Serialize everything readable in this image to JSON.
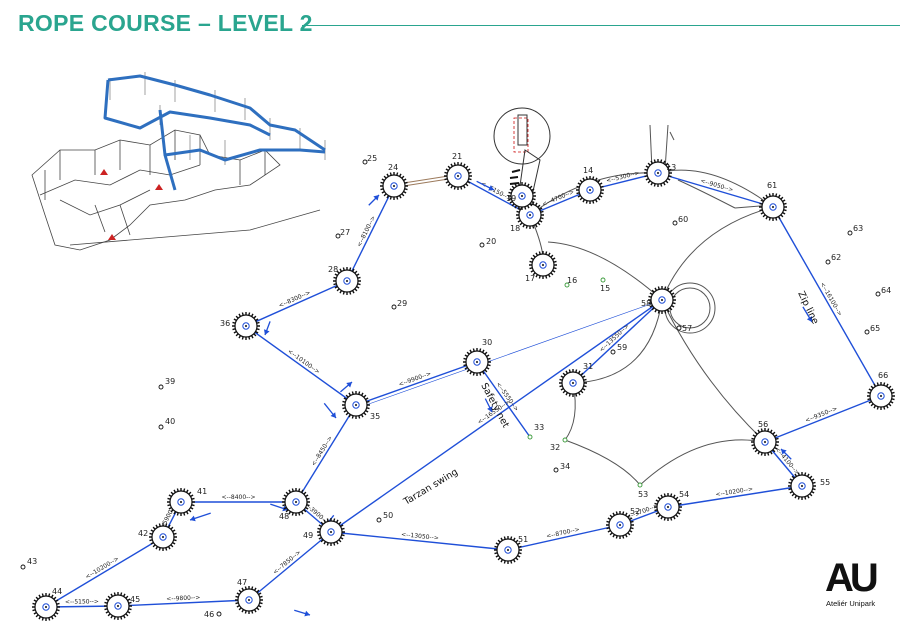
{
  "title": "ROPE COURSE – LEVEL 2",
  "brand": {
    "logo_text": "AU",
    "name": "Ateliér Unipark"
  },
  "colors": {
    "accent": "#2aa58f",
    "route": "#1f4fd8",
    "bridge": "#9c7a5c",
    "structure": "#555555"
  },
  "annotations": {
    "zip_line": "Zip line",
    "safety_net": "Safety net",
    "tarzan_swing": "Tarzan swing"
  },
  "platforms": [
    "13",
    "14",
    "17",
    "18",
    "19",
    "21",
    "24",
    "28",
    "30",
    "31",
    "35",
    "36",
    "41",
    "42",
    "44",
    "45",
    "47",
    "48",
    "49",
    "51",
    "52",
    "54",
    "55",
    "56",
    "58",
    "61",
    "66"
  ],
  "points": [
    "15",
    "16",
    "20",
    "25",
    "27",
    "29",
    "32",
    "33",
    "34",
    "39",
    "40",
    "43",
    "46",
    "50",
    "53",
    "57",
    "59",
    "60",
    "62",
    "63",
    "64",
    "65"
  ],
  "dimensions": [
    {
      "from": "44",
      "to": "42",
      "value": "<--10200-->"
    },
    {
      "from": "44",
      "to": "45",
      "value": "<--5150-->"
    },
    {
      "from": "45",
      "to": "47",
      "value": "<--9800-->"
    },
    {
      "from": "42",
      "to": "41",
      "value": "<--5900-->"
    },
    {
      "from": "41",
      "to": "48",
      "value": "<--8400-->"
    },
    {
      "from": "47",
      "to": "49",
      "value": "<--7850-->"
    },
    {
      "from": "48",
      "to": "49",
      "value": "<--3900-->"
    },
    {
      "from": "48",
      "to": "35",
      "value": "<--8450-->"
    },
    {
      "from": "35",
      "to": "36",
      "value": "<--10100-->"
    },
    {
      "from": "36",
      "to": "28",
      "value": "<--8300-->"
    },
    {
      "from": "28",
      "to": "24",
      "value": "<--8100-->"
    },
    {
      "from": "35",
      "to": "30",
      "value": "<--9900-->"
    },
    {
      "from": "30",
      "to": "33",
      "value": "<--5550-->"
    },
    {
      "from": "49",
      "to": "58",
      "value": "<--16550-->"
    },
    {
      "from": "58",
      "to": "31",
      "value": "<--13550-->"
    },
    {
      "from": "49",
      "to": "51",
      "value": "<--13050-->"
    },
    {
      "from": "51",
      "to": "52",
      "value": "<--8700-->"
    },
    {
      "from": "52",
      "to": "54",
      "value": "<--3700-->"
    },
    {
      "from": "54",
      "to": "55",
      "value": "<--10200-->"
    },
    {
      "from": "56",
      "to": "55",
      "value": "<--4100-->"
    },
    {
      "from": "56",
      "to": "66",
      "value": "<--9350-->"
    },
    {
      "from": "66",
      "to": "61",
      "value": "<--16100-->"
    },
    {
      "from": "13",
      "to": "61",
      "value": "<--9050-->"
    },
    {
      "from": "14",
      "to": "13",
      "value": "<--5300-->"
    },
    {
      "from": "18",
      "to": "14",
      "value": "<--4700-->"
    },
    {
      "from": "21",
      "to": "18",
      "value": "<--6150-->"
    }
  ]
}
